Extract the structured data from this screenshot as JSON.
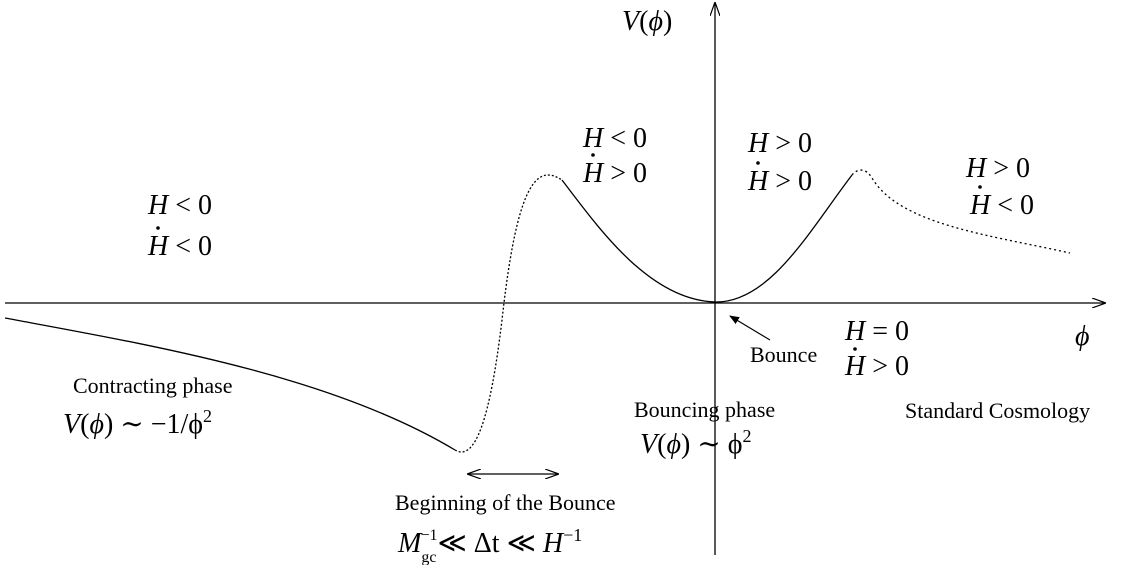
{
  "axes": {
    "y_label_func": "V",
    "y_label_arg": "ϕ",
    "x_label": "ϕ"
  },
  "regions": {
    "far_left": {
      "h_sign": "< 0",
      "hdot_sign": "< 0"
    },
    "left_peak": {
      "h_sign": "< 0",
      "hdot_sign": "> 0"
    },
    "right_peak": {
      "h_sign": "> 0",
      "hdot_sign": "> 0"
    },
    "far_right": {
      "h_sign": "> 0",
      "hdot_sign": "< 0"
    },
    "bounce_point": {
      "h_sign": "= 0",
      "hdot_sign": "> 0"
    }
  },
  "bounce_label": "Bounce",
  "phases": {
    "contracting": {
      "title": "Contracting phase",
      "potential": "∼ −1/ϕ",
      "potential_exp": "2"
    },
    "bouncing": {
      "title": "Bouncing phase",
      "potential": "∼ ϕ",
      "potential_exp": "2"
    },
    "standard": {
      "title": "Standard Cosmology"
    }
  },
  "beginning": {
    "title": "Beginning of the Bounce",
    "m_sub": "gc",
    "m_sup": "−1",
    "relation": "≪ Δt ≪",
    "h_sup": "−1"
  }
}
